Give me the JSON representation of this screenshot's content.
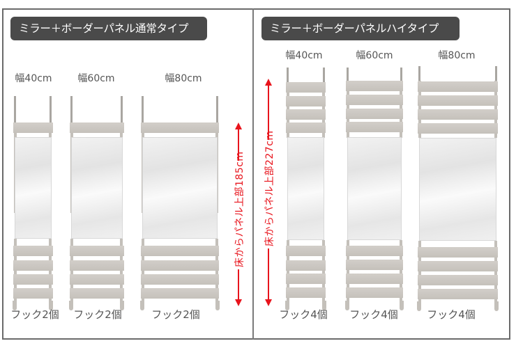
{
  "colors": {
    "title_bg": "#4a4a4a",
    "title_text": "#ffffff",
    "label_text": "#555555",
    "arrow_red": "#e8141c",
    "frame_border": "#6a6a6a",
    "slat": "#c9c5bf"
  },
  "left": {
    "title": "ミラー＋ボーダーパネル通常タイプ",
    "height_label": "床からパネル上部185cm",
    "units": [
      {
        "width_label": "幅40cm",
        "hook_label": "フック2個"
      },
      {
        "width_label": "幅60cm",
        "hook_label": "フック2個"
      },
      {
        "width_label": "幅80cm",
        "hook_label": "フック2個"
      }
    ]
  },
  "right": {
    "title": "ミラー＋ボーダーパネルハイタイプ",
    "height_label": "床からパネル上部227cm",
    "units": [
      {
        "width_label": "幅40cm",
        "hook_label": "フック4個"
      },
      {
        "width_label": "幅60cm",
        "hook_label": "フック4個"
      },
      {
        "width_label": "幅80cm",
        "hook_label": "フック4個"
      }
    ]
  }
}
